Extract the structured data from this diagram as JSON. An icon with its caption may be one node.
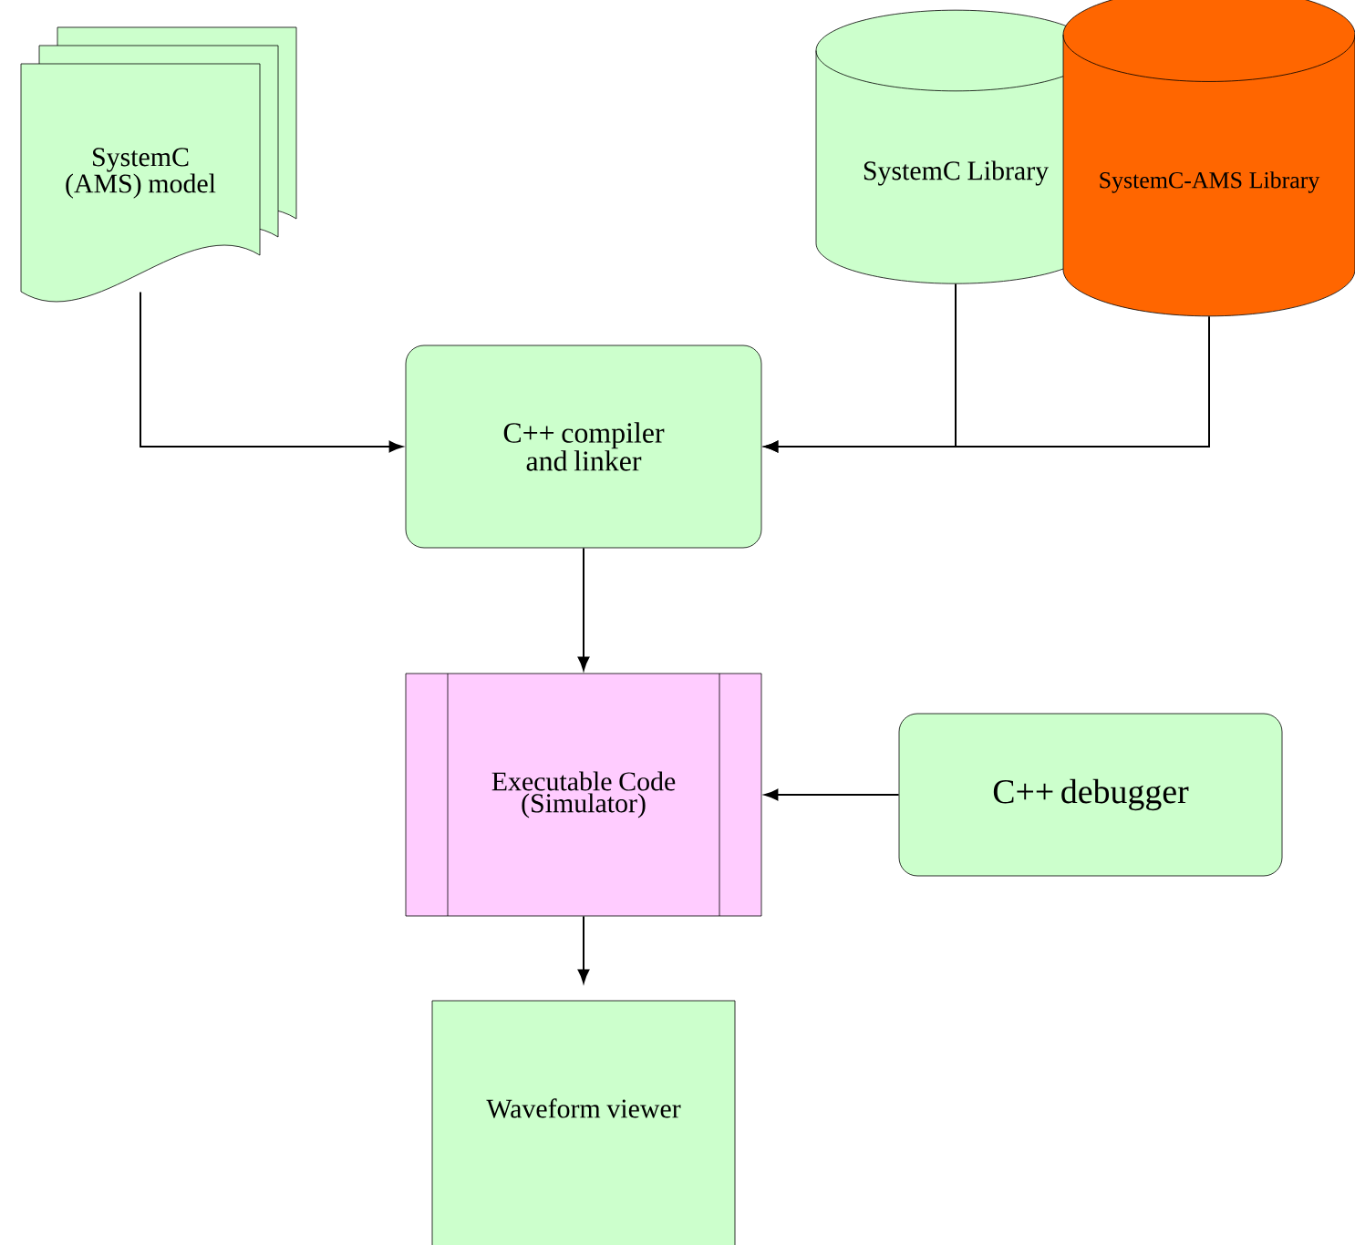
{
  "diagram": {
    "nodes": [
      {
        "text": [
          "SystemC (AMS) model"
        ]
      },
      {
        "text": [
          "SystemC Library"
        ]
      },
      {
        "text": [
          "SystemC-AMS Library"
        ]
      },
      {
        "text": [
          "C++ compiler and linker"
        ]
      },
      {
        "text": [
          "Executable Code (Simulator)"
        ]
      },
      {
        "text": [
          "C++ debugger"
        ]
      },
      {
        "text": [
          "Waveform viewer"
        ]
      }
    ],
    "edges": [
      {
        "from": 0,
        "to": 3,
        "arrow": "to"
      },
      {
        "from": 1,
        "to": 3,
        "arrow": "to"
      },
      {
        "from": 2,
        "to": 3,
        "arrow": "to"
      },
      {
        "from": 3,
        "to": 4,
        "arrow": "to"
      },
      {
        "from": 5,
        "to": 4,
        "arrow": "to"
      },
      {
        "from": 4,
        "to": 6,
        "arrow": "to"
      }
    ]
  }
}
